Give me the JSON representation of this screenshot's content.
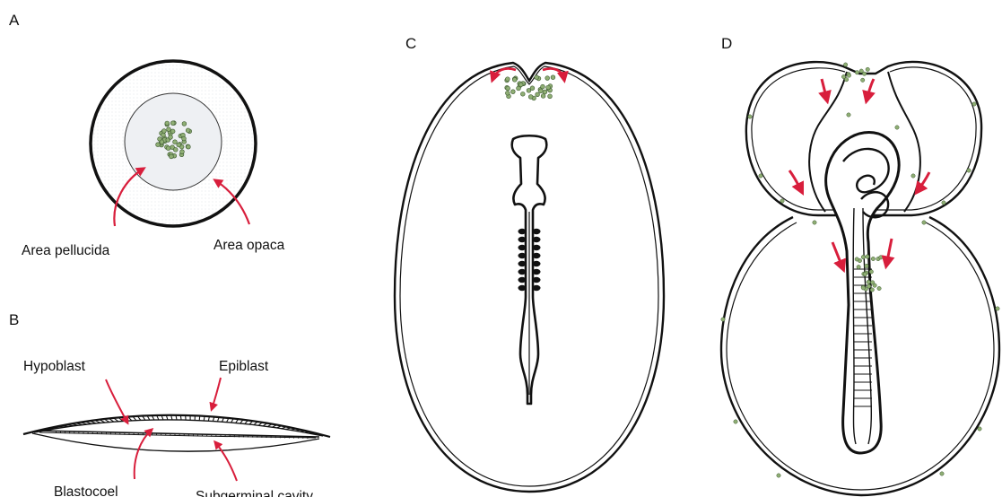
{
  "panels": {
    "a": {
      "letter": "A",
      "label_left": "Area pellucida",
      "label_right": "Area opaca"
    },
    "b": {
      "letter": "B",
      "label_hypoblast": "Hypoblast",
      "label_epiblast": "Epiblast",
      "label_blastocoel": "Blastocoel",
      "label_subgerminal": "Subgerminal cavity"
    },
    "c": {
      "letter": "C"
    },
    "d": {
      "letter": "D"
    }
  },
  "colors": {
    "outline": "#111111",
    "arrow": "#d81e3c",
    "cells": "#8fae74",
    "cell_outline": "#3e5a32",
    "area_pellucida_fill": "#eef0f3"
  }
}
